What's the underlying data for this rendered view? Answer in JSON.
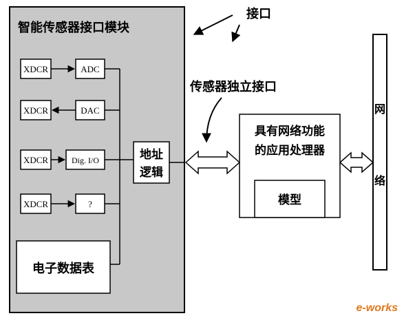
{
  "module": {
    "title": "智能传感器接口模块",
    "rows": [
      {
        "xdcr": "XDCR",
        "block": "ADC",
        "direction": "to-block"
      },
      {
        "xdcr": "XDCR",
        "block": "DAC",
        "direction": "to-xdcr"
      },
      {
        "xdcr": "XDCR",
        "block": "Dig. I/O",
        "direction": "to-block"
      },
      {
        "xdcr": "XDCR",
        "block": "?",
        "direction": "to-block"
      }
    ],
    "teds_label": "电子数据表",
    "address_logic": [
      "地址",
      "逻辑"
    ]
  },
  "labels": {
    "interface": "接口",
    "sensor_independent_interface": "传感器独立接口"
  },
  "processor": {
    "lines": [
      "具有网络功能",
      "的应用处理器"
    ],
    "model": "模型"
  },
  "network": {
    "chars": [
      "网",
      "络"
    ]
  },
  "watermark": "e-works",
  "colors": {
    "module_fill": "#c8c8c8",
    "line": "#000000",
    "watermark": "#e07a1e"
  }
}
